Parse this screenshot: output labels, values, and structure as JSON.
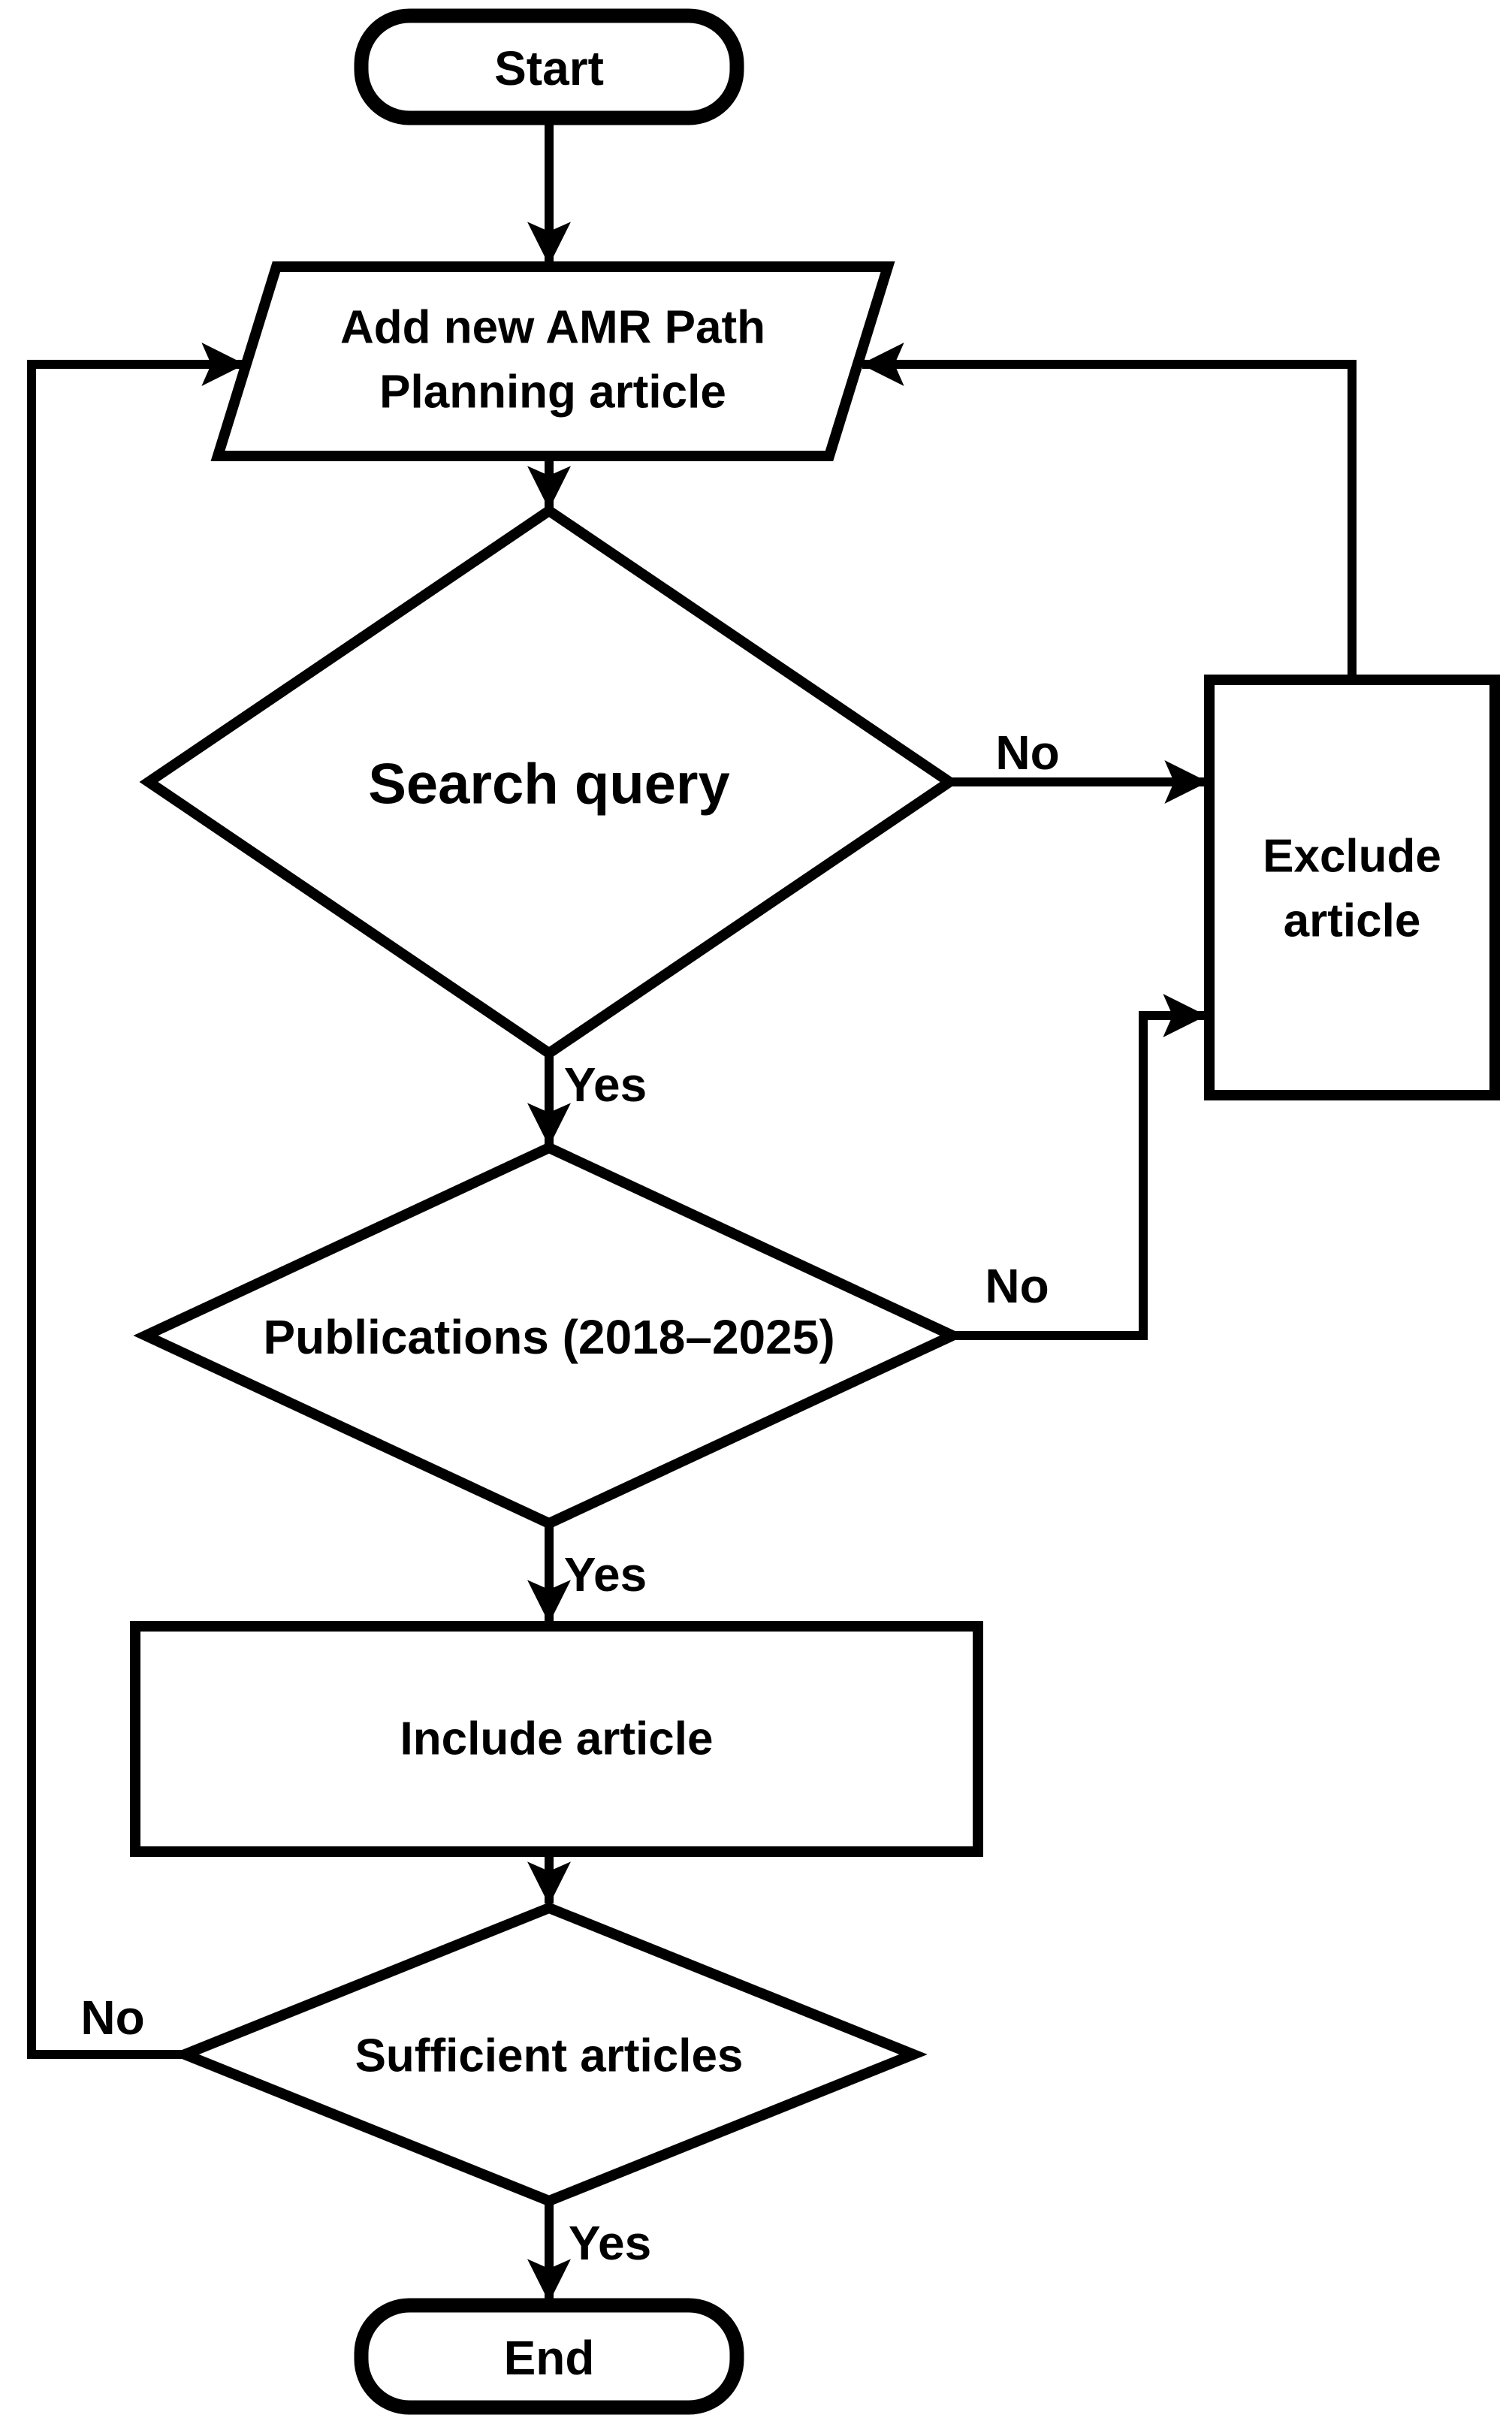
{
  "flowchart": {
    "colors": {
      "stroke": "#000000",
      "node_fill": "#ffffff",
      "background": "#ffffff",
      "text": "#000000"
    },
    "nodes": {
      "start": {
        "label": "Start",
        "shape": "terminator"
      },
      "add_article": {
        "label": "Add new AMR Path Planning article",
        "line1": "Add new AMR Path",
        "line2": "Planning article",
        "shape": "parallelogram"
      },
      "search_query": {
        "label": "Search query",
        "shape": "decision"
      },
      "exclude_article": {
        "label": "Exclude article",
        "line1": "Exclude",
        "line2": "article",
        "shape": "process"
      },
      "publications": {
        "label": "Publications (2018–2025)",
        "shape": "decision"
      },
      "include_article": {
        "label": "Include article",
        "shape": "process"
      },
      "sufficient_articles": {
        "label": "Sufficient articles",
        "shape": "decision"
      },
      "end": {
        "label": "End",
        "shape": "terminator"
      }
    },
    "edges": {
      "search_no": {
        "label": "No"
      },
      "search_yes": {
        "label": "Yes"
      },
      "publications_no": {
        "label": "No"
      },
      "publications_yes": {
        "label": "Yes"
      },
      "sufficient_no": {
        "label": "No"
      },
      "sufficient_yes": {
        "label": "Yes"
      }
    }
  }
}
